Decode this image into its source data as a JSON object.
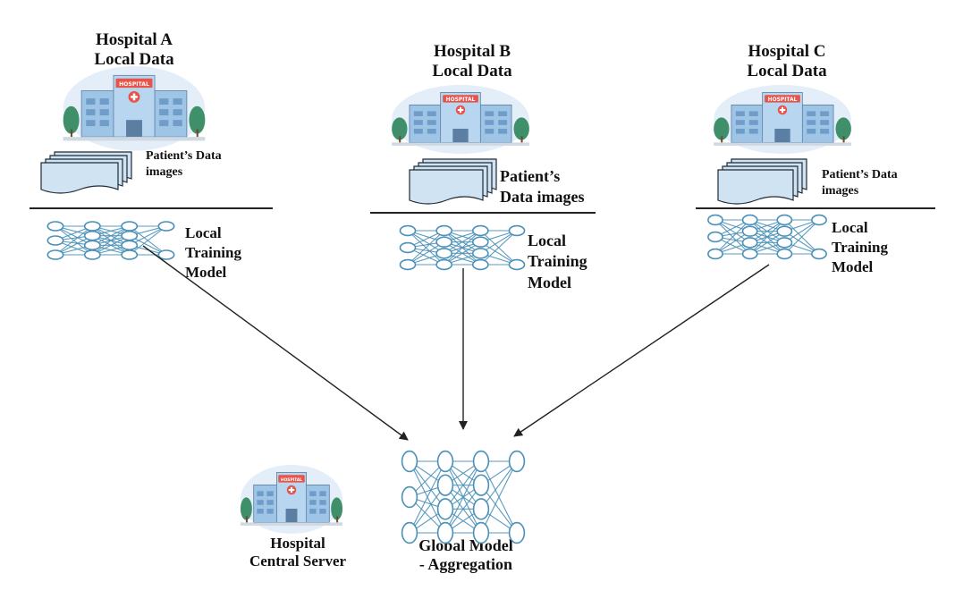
{
  "hospitals": [
    {
      "title_line1": "Hospital A",
      "title_line2": "Local Data",
      "building_sign": "HOSPITAL",
      "data_line1": "Patient’s Data",
      "data_line2": "images",
      "model_line1": "Local",
      "model_line2": "Training",
      "model_line3": "Model"
    },
    {
      "title_line1": "Hospital B",
      "title_line2": "Local Data",
      "building_sign": "HOSPITAL",
      "data_line1": "Patient’s",
      "data_line2": "Data images",
      "model_line1": "Local",
      "model_line2": "Training",
      "model_line3": "Model"
    },
    {
      "title_line1": "Hospital C",
      "title_line2": "Local Data",
      "building_sign": "HOSPITAL",
      "data_line1": "Patient’s Data",
      "data_line2": "images",
      "model_line1": "Local",
      "model_line2": "Training",
      "model_line3": "Model"
    }
  ],
  "server": {
    "line1": "Hospital",
    "line2": "Central Server",
    "building_sign": "HOSPITAL"
  },
  "global_model": {
    "line1": "Global Model",
    "line2": "- Aggregation"
  },
  "colors": {
    "network": "#4a90b8",
    "doc_fill": "#cfe3f2",
    "building_blue": "#9ec4e6",
    "sign_red": "#e8544a",
    "tree_green": "#3e8f6a",
    "sky": "#e3eef8"
  }
}
